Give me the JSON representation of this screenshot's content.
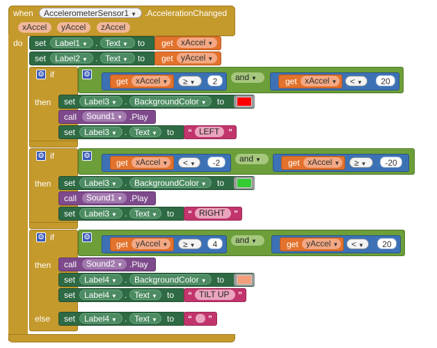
{
  "event": {
    "when": "when",
    "component": "AccelerometerSensor1",
    "event_name": ".AccelerationChanged",
    "params": [
      "xAccel",
      "yAccel",
      "zAccel"
    ],
    "do": "do"
  },
  "keywords": {
    "set": "set",
    "get": "get",
    "to": "to",
    "call": "call",
    "if": "if",
    "then": "then",
    "else": "else",
    "and": "and",
    "dot": ".",
    "quote_open": "“",
    "quote_close": "”"
  },
  "statements": {
    "s1": {
      "component": "Label1",
      "property": "Text",
      "value_var": "xAccel"
    },
    "s2": {
      "component": "Label2",
      "property": "Text",
      "value_var": "yAccel"
    }
  },
  "if1": {
    "cond_left": {
      "var": "xAccel",
      "op": "≥",
      "value": "2"
    },
    "cond_right": {
      "var": "xAccel",
      "op": "<",
      "value": "20"
    },
    "then": [
      {
        "component": "Label3",
        "property": "BackgroundColor",
        "color": "#ff0000"
      },
      {
        "call_component": "Sound1",
        "method": ".Play"
      },
      {
        "component": "Label3",
        "property": "Text",
        "text": "LEFT"
      }
    ]
  },
  "if2": {
    "cond_left": {
      "var": "xAccel",
      "op": "<",
      "value": "-2"
    },
    "cond_right": {
      "var": "xAccel",
      "op": "≥",
      "value": "-20"
    },
    "then": [
      {
        "component": "Label3",
        "property": "BackgroundColor",
        "color": "#33cc33"
      },
      {
        "call_component": "Sound1",
        "method": ".Play"
      },
      {
        "component": "Label3",
        "property": "Text",
        "text": "RIGHT"
      }
    ]
  },
  "if3": {
    "cond_left": {
      "var": "yAccel",
      "op": "≥",
      "value": "4"
    },
    "cond_right": {
      "var": "yAccel",
      "op": "<",
      "value": "20"
    },
    "then": [
      {
        "call_component": "Sound2",
        "method": ".Play"
      },
      {
        "component": "Label4",
        "property": "BackgroundColor",
        "color": "#f3a07a"
      },
      {
        "component": "Label4",
        "property": "Text",
        "text": "TILT UP"
      }
    ],
    "else": [
      {
        "component": "Label4",
        "property": "Text",
        "text": ""
      }
    ]
  },
  "colors": {
    "event": "#c59a2c",
    "set": "#2e6a43",
    "get": "#e3722c",
    "math": "#3c72b5",
    "logic": "#6c9e3a",
    "call": "#7e4a8c",
    "text": "#c2356c"
  },
  "icons": {
    "mutator": "gear-icon",
    "dropdown": "triangle-down-icon"
  }
}
